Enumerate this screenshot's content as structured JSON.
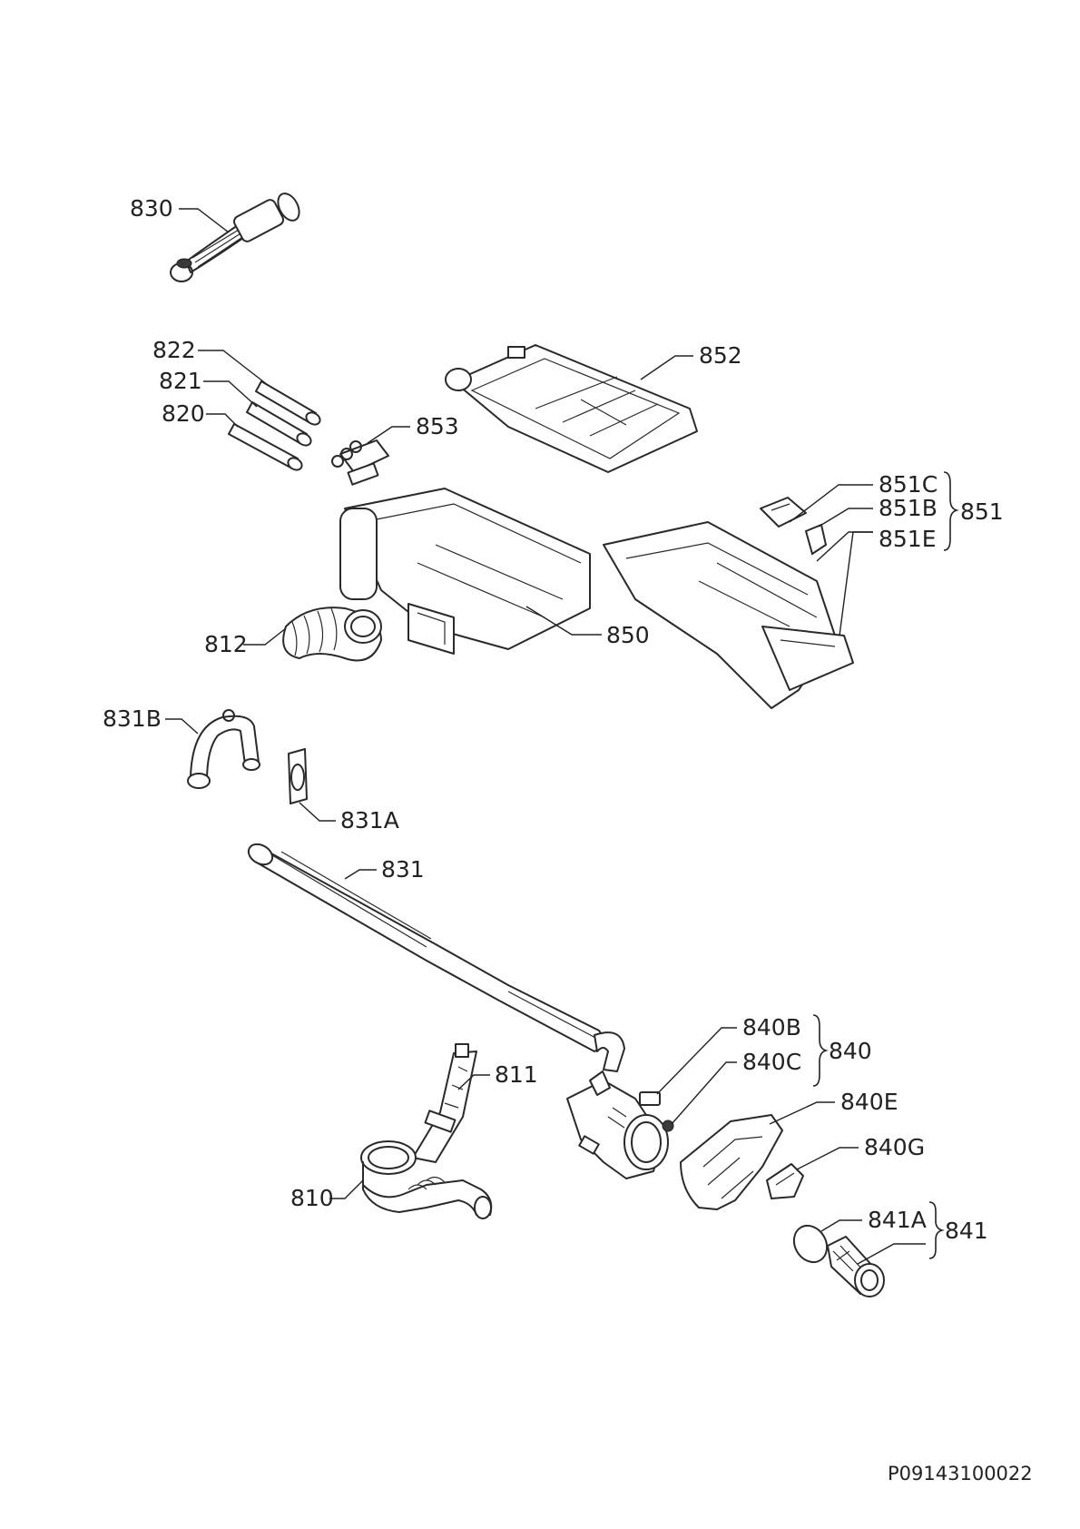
{
  "diagram": {
    "doc_code": "P09143100022",
    "labels": {
      "l830": "830",
      "l822": "822",
      "l821": "821",
      "l820": "820",
      "l852": "852",
      "l853": "853",
      "l851C": "851C",
      "l851B": "851B",
      "l851E": "851E",
      "l851": "851",
      "l812": "812",
      "l850": "850",
      "l831B": "831B",
      "l831A": "831A",
      "l831": "831",
      "l840B": "840B",
      "l840C": "840C",
      "l840": "840",
      "l811": "811",
      "l840E": "840E",
      "l840G": "840G",
      "l810": "810",
      "l841A": "841A",
      "l841": "841"
    }
  }
}
